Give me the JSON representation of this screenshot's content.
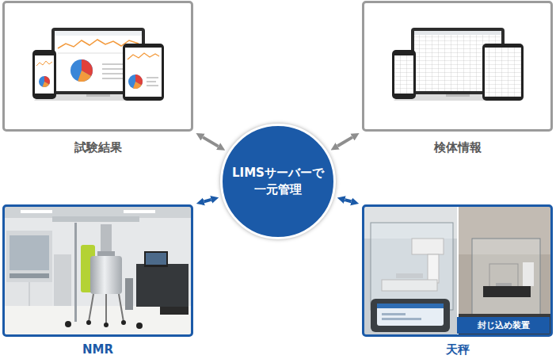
{
  "diagram": {
    "nodes": [
      {
        "text": [
          "試験結果"
        ]
      },
      {
        "text": [
          "検体情報"
        ]
      },
      {
        "text": [
          "LIMSサーバーで 一元管理"
        ]
      },
      {
        "text": [
          "NMR"
        ]
      },
      {
        "text": [
          "天秤"
        ]
      }
    ],
    "edges": [
      {
        "from": 0,
        "to": 2,
        "arrow": "both"
      },
      {
        "from": 1,
        "to": 2,
        "arrow": "both"
      },
      {
        "from": 3,
        "to": 2,
        "arrow": "both"
      },
      {
        "from": 4,
        "to": 2,
        "arrow": "both"
      }
    ],
    "labels": [
      "封じ込め装置"
    ]
  }
}
